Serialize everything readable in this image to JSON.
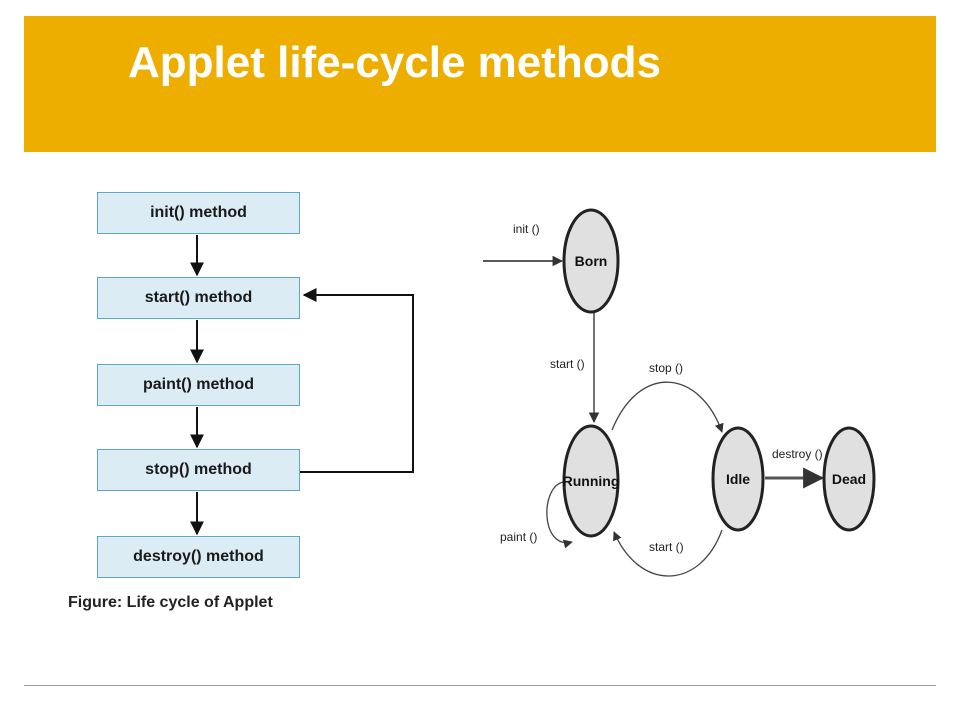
{
  "slide": {
    "title": "Applet life-cycle methods"
  },
  "flowchart": {
    "boxes": [
      "init() method",
      "start() method",
      "paint() method",
      "stop() method",
      "destroy() method"
    ],
    "caption": "Figure: Life cycle of Applet"
  },
  "state_diagram": {
    "states": {
      "born": "Born",
      "running": "Running",
      "idle": "Idle",
      "dead": "Dead"
    },
    "transitions": {
      "init": "init ()",
      "start_born_running": "start ()",
      "stop": "stop ()",
      "start_idle_running": "start ()",
      "destroy": "destroy ()",
      "paint": "paint ()"
    }
  }
}
